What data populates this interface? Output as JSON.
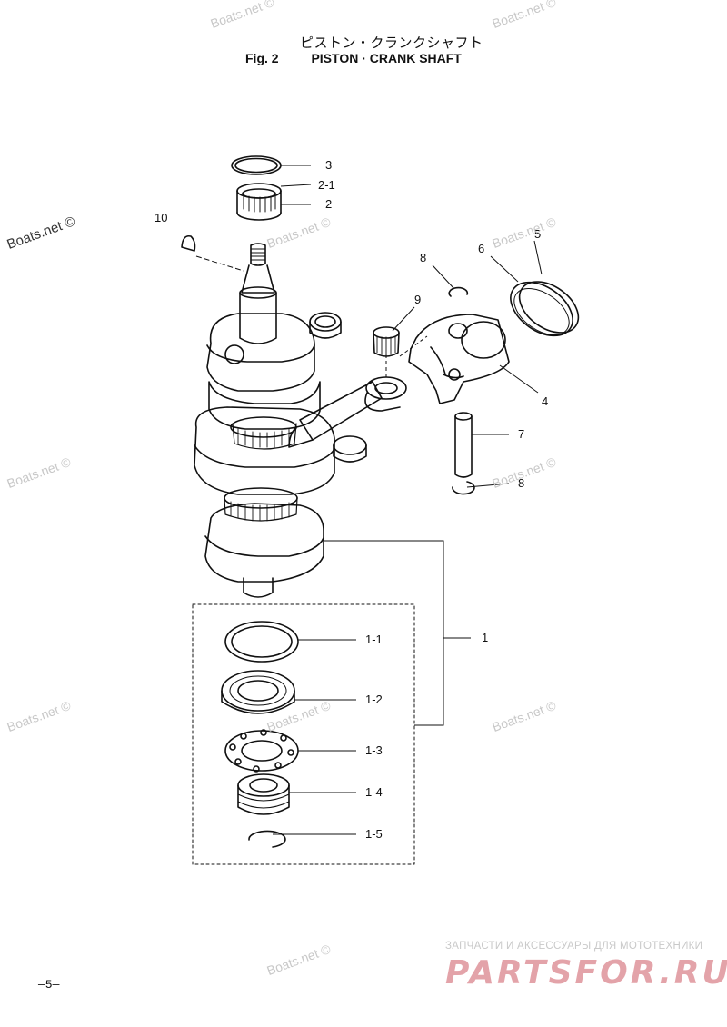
{
  "header": {
    "title_jp": "ピストン・クランクシャフト",
    "fig_label": "Fig. 2",
    "title_en": "PISTON · CRANK SHAFT"
  },
  "callouts": {
    "c3": "3",
    "c2_1": "2-1",
    "c2": "2",
    "c10": "10",
    "c5": "5",
    "c6": "6",
    "c8_top": "8",
    "c9": "9",
    "c4": "4",
    "c7": "7",
    "c8_bottom": "8",
    "c1": "1",
    "c1_1": "1-1",
    "c1_2": "1-2",
    "c1_3": "1-3",
    "c1_4": "1-4",
    "c1_5": "1-5"
  },
  "watermarks": {
    "text": "Boats.net ©"
  },
  "footer": {
    "page_number": "—5—",
    "banner_caption": "ЗАПЧАСТИ И АКСЕССУАРЫ ДЛЯ МОТОТЕХНИКИ",
    "banner_logo": "PARTSFOR.RU"
  }
}
